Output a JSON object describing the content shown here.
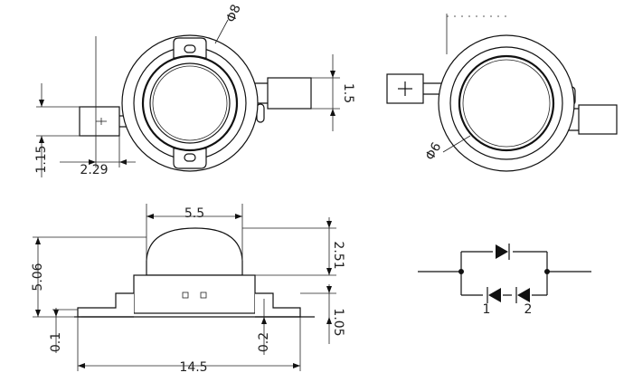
{
  "drawing": {
    "top_left": {
      "dia_outer": "Φ8",
      "dim_1_5": "1.5",
      "dim_1_15": "1.15",
      "dim_2_29": "2.29"
    },
    "top_right": {
      "dia_inner": "Φ6",
      "plus_symbol": "+"
    },
    "side": {
      "dim_5_5": "5.5",
      "dim_5_06": "5.06",
      "dim_2_51": "2.51",
      "dim_1_05": "1.05",
      "dim_0_1": "0.1",
      "dim_0_2": "0.2",
      "dim_14_5": "14.5"
    },
    "schematic": {
      "label_1": "1",
      "label_2": "2"
    }
  }
}
